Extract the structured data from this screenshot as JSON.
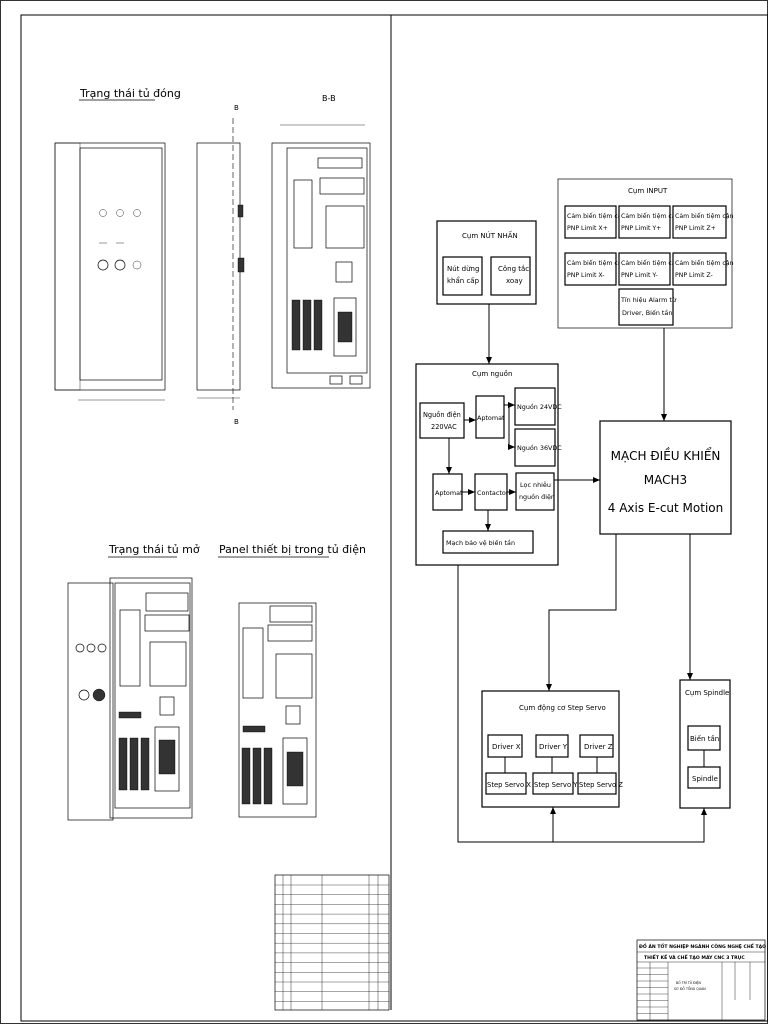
{
  "left": {
    "closed_title": "Trạng thái tủ đóng",
    "section_title": "B-B",
    "section_mark": "B",
    "open_title": "Trạng thái tủ mở",
    "panel_title": "Panel thiết bị trong tủ điện"
  },
  "blocks": {
    "nut_nhan": {
      "title": "Cụm NÚT NHẤN",
      "estop": [
        "Nút dừng",
        "khẩn cấp"
      ],
      "switch": [
        "Công tắc",
        "xoay"
      ]
    },
    "input": {
      "title": "Cụm INPUT",
      "sensors": [
        [
          "Cảm biến tiệm cận",
          "PNP Limit X+"
        ],
        [
          "Cảm biến tiệm cận",
          "PNP Limit Y+"
        ],
        [
          "Cảm biến tiệm cận",
          "PNP Limit Z+"
        ],
        [
          "Cảm biến tiệm cận",
          "PNP Limit X-"
        ],
        [
          "Cảm biến tiệm cận",
          "PNP Limit Y-"
        ],
        [
          "Cảm biến tiệm cận",
          "PNP Limit Z-"
        ]
      ],
      "alarm": [
        "Tín hiệu Alarm từ",
        "Driver, Biến tần"
      ]
    },
    "nguon": {
      "title": "Cụm nguồn",
      "power_in": [
        "Nguồn điện",
        "220VAC"
      ],
      "aptomat1": "Aptomat",
      "psu24": "Nguồn 24VDC",
      "psu36": "Nguồn 36VDC",
      "aptomat2": "Aptomat",
      "contactor": "Contactor",
      "filter": [
        "Lọc nhiễu",
        "nguồn điện"
      ],
      "protect": "Mạch bảo vệ biến tần"
    },
    "controller": {
      "lines": [
        "MẠCH ĐIỀU KHIỂN",
        "MACH3",
        "4 Axis E-cut Motion"
      ]
    },
    "servo": {
      "title": "Cụm động cơ Step Servo",
      "drivers": [
        "Driver X",
        "Driver Y",
        "Driver Z"
      ],
      "motors": [
        "Step Servo X",
        "Step Servo Y",
        "Step Servo Z"
      ]
    },
    "spindle": {
      "title": "Cụm Spindle",
      "inverter": "Biến tần",
      "spindle": "Spindle"
    }
  },
  "titleblock": {
    "line1": "ĐỒ ÁN TỐT NGHIỆP NGÀNH CÔNG NGHỆ CHẾ TẠO MÁY",
    "line2": "THIẾT KẾ VÀ CHẾ TẠO MÁY CNC 3 TRỤC",
    "drawing": [
      "BỐ TRÍ TỦ ĐIỆN",
      "SƠ ĐỒ TỔNG QUAN"
    ]
  }
}
